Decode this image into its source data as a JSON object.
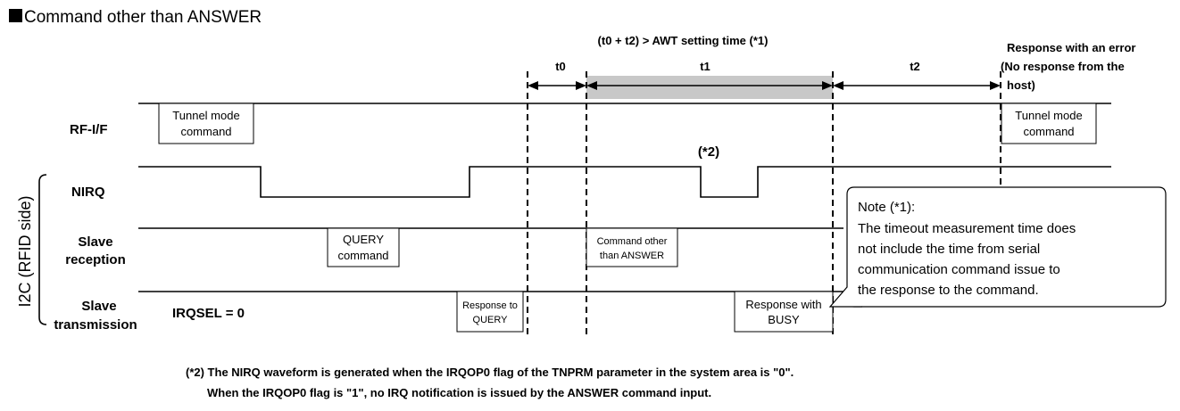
{
  "title": "Command other than ANSWER",
  "condition_text": "(t0 + t2) > AWT setting time (*1)",
  "intervals": {
    "t0": "t0",
    "t1": "t1",
    "t2": "t2"
  },
  "error_response": [
    "Response with an error",
    "(No response from  the",
    "host)"
  ],
  "group_label": "I2C (RFID side)",
  "signals": {
    "rf_if": "RF-I/F",
    "nirq": "NIRQ",
    "slave_reception": [
      "Slave",
      "reception"
    ],
    "slave_transmission": [
      "Slave",
      "transmission"
    ]
  },
  "boxes": {
    "tunnel_mode_1": [
      "Tunnel mode",
      "command"
    ],
    "tunnel_mode_2": [
      "Tunnel mode",
      "command"
    ],
    "query_command": [
      "QUERY",
      "command"
    ],
    "command_other": [
      "Command other",
      "than ANSWER"
    ],
    "response_query": [
      "Response to",
      "QUERY"
    ],
    "response_busy": [
      "Response with",
      "BUSY"
    ]
  },
  "star2_label": "(*2)",
  "irqsel_label": "IRQSEL = 0",
  "note": {
    "title": "Note (*1):",
    "lines": [
      "The timeout measurement time does",
      "not include the time from serial",
      "communication command issue to",
      "the response to the command."
    ]
  },
  "footnote": [
    "(*2) The NIRQ waveform is generated when the IRQOP0 flag of the TNPRM  parameter in the system area is \"0\".",
    "When the IRQOP0 flag is \"1\", no IRQ notification is issued by the ANSWER command  input."
  ],
  "colors": {
    "t1_band": "#c8c8c8",
    "line": "#000000",
    "background": "#ffffff"
  }
}
